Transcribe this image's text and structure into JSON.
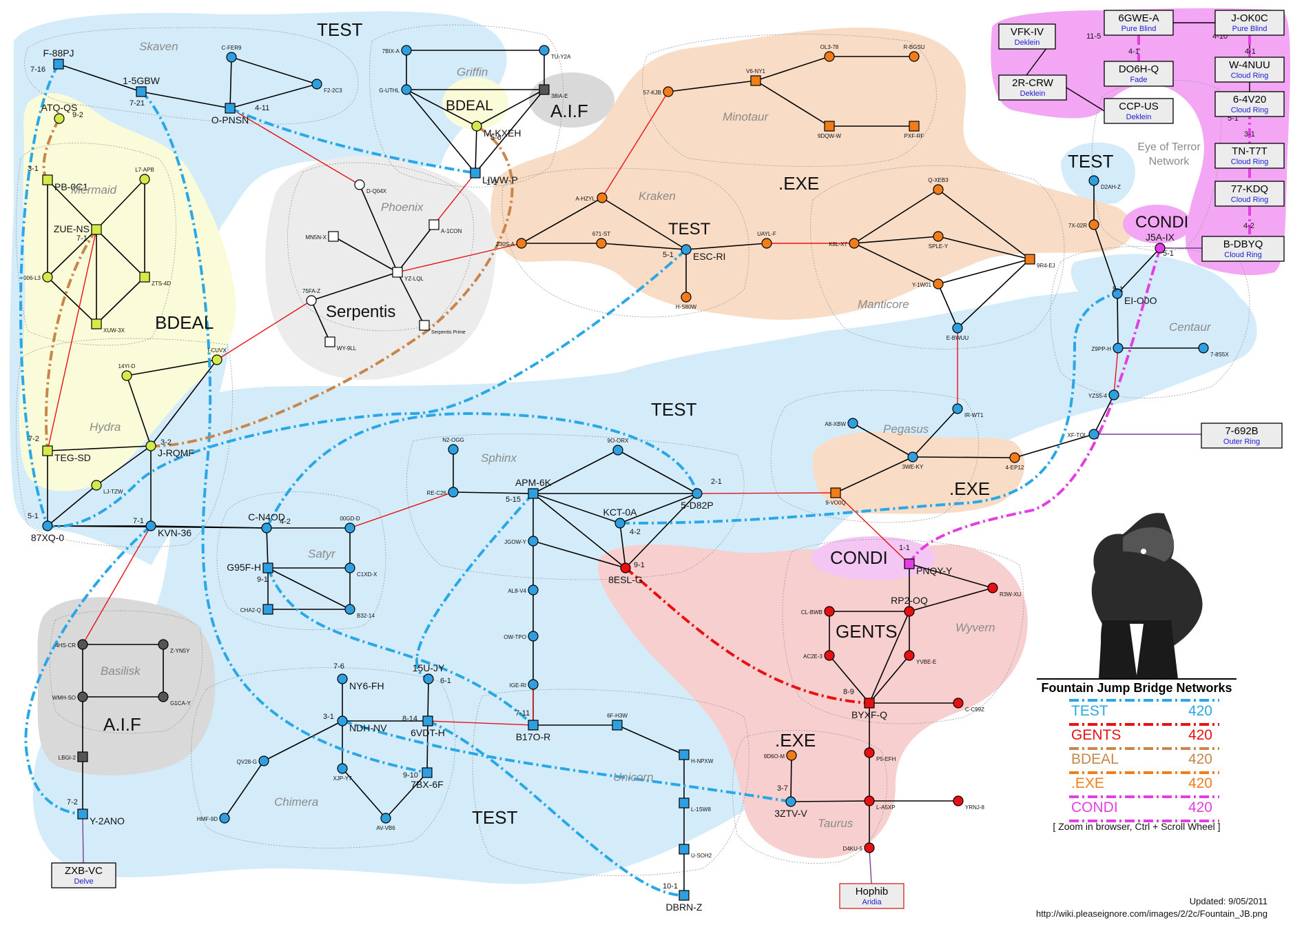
{
  "regions": [
    {
      "id": "test-nw",
      "label": "TEST"
    },
    {
      "id": "bdeal-west",
      "label": "BDEAL"
    },
    {
      "id": "bdeal-griffin",
      "label": "BDEAL"
    },
    {
      "id": "aif-north",
      "label": "A.I.F"
    },
    {
      "id": "aif-south",
      "label": "A.I.F"
    },
    {
      "id": "exe-north",
      "label": ".EXE"
    },
    {
      "id": "test-kraken",
      "label": "TEST"
    },
    {
      "id": "test-center",
      "label": "TEST"
    },
    {
      "id": "test-south",
      "label": "TEST"
    },
    {
      "id": "test-east",
      "label": "TEST"
    },
    {
      "id": "exe-pegasus",
      "label": ".EXE"
    },
    {
      "id": "exe-taurus",
      "label": ".EXE"
    },
    {
      "id": "gents",
      "label": "GENTS"
    },
    {
      "id": "condi-center",
      "label": "CONDI"
    },
    {
      "id": "condi-east",
      "label": "CONDI"
    },
    {
      "id": "serpentis",
      "label": "Serpentis"
    }
  ],
  "constellations": [
    "Skaven",
    "Griffin",
    "Mermaid",
    "Phoenix",
    "Kraken",
    "Minotaur",
    "Manticore",
    "Hydra",
    "Sphinx",
    "Satyr",
    "Pegasus",
    "Centaur",
    "Basilisk",
    "Chimera",
    "Unicorn",
    "Wyvern",
    "Taurus"
  ],
  "systems": [
    {
      "id": "F-88PJ",
      "label": "F-88PJ",
      "nodeColor": "#2f9fe0"
    },
    {
      "id": "1-5GBW",
      "label": "1-5GBW",
      "nodeColor": "#2f9fe0"
    },
    {
      "id": "O-PNSN",
      "label": "O-PNSN",
      "nodeColor": "#2f9fe0"
    },
    {
      "id": "C-FER9",
      "label": "C-FER9",
      "nodeColor": "#2f9fe0"
    },
    {
      "id": "F2-2C3",
      "label": "F2-2C3",
      "nodeColor": "#2f9fe0"
    },
    {
      "id": "ATQ-QS",
      "label": "ATQ-QS",
      "nodeColor": "#d4ea4a"
    },
    {
      "id": "7BIX-A",
      "label": "7BIX-A",
      "nodeColor": "#2f9fe0"
    },
    {
      "id": "TU-Y2A",
      "label": "TU-Y2A",
      "nodeColor": "#2f9fe0"
    },
    {
      "id": "G-UTHL",
      "label": "G-UTHL",
      "nodeColor": "#2f9fe0"
    },
    {
      "id": "38IA-E",
      "label": "38IA-E",
      "nodeColor": "#555"
    },
    {
      "id": "M-KXEH",
      "label": "M-KXEH",
      "nodeColor": "#d4ea4a"
    },
    {
      "id": "LIWW-P",
      "label": "LIWW-P",
      "nodeColor": "#2f9fe0"
    },
    {
      "id": "PB-0C1",
      "label": "PB-0C1",
      "nodeColor": "#d4ea4a"
    },
    {
      "id": "L7-APB",
      "label": "L7-APB",
      "nodeColor": "#d4ea4a"
    },
    {
      "id": "ZUE-NS",
      "label": "ZUE-NS",
      "nodeColor": "#d4ea4a"
    },
    {
      "id": "006-L3",
      "label": "006-L3",
      "nodeColor": "#d4ea4a"
    },
    {
      "id": "ZTS-4D",
      "label": "ZTS-4D",
      "nodeColor": "#d4ea4a"
    },
    {
      "id": "XUW-3X",
      "label": "XUW-3X",
      "nodeColor": "#d4ea4a"
    },
    {
      "id": "D-Q04X",
      "label": "D-Q04X",
      "nodeColor": "#ffffff"
    },
    {
      "id": "MN5N-X",
      "label": "MN5N-X",
      "nodeColor": "#ffffff"
    },
    {
      "id": "A-1CON",
      "label": "A-1CON",
      "nodeColor": "#ffffff"
    },
    {
      "id": "YZ-LQL",
      "label": "YZ-LQL",
      "nodeColor": "#ffffff"
    },
    {
      "id": "75FA-Z",
      "label": "75FA-Z",
      "nodeColor": "#ffffff"
    },
    {
      "id": "WY-9LL",
      "label": "WY-9LL",
      "nodeColor": "#ffffff"
    },
    {
      "id": "Serpentis Prime",
      "label": "Serpentis Prime",
      "nodeColor": "#ffffff"
    },
    {
      "id": "14YI-D",
      "label": "14YI-D",
      "nodeColor": "#d4ea4a"
    },
    {
      "id": "I-CUVX",
      "label": "I-CUVX",
      "nodeColor": "#d4ea4a"
    },
    {
      "id": "J-RQMF",
      "label": "J-RQMF",
      "nodeColor": "#d4ea4a"
    },
    {
      "id": "TEG-SD",
      "label": "TEG-SD",
      "nodeColor": "#d4ea4a"
    },
    {
      "id": "LJ-TZW",
      "label": "LJ-TZW",
      "nodeColor": "#d4ea4a"
    },
    {
      "id": "87XQ-0",
      "label": "87XQ-0",
      "nodeColor": "#2f9fe0"
    },
    {
      "id": "KVN-36",
      "label": "KVN-36",
      "nodeColor": "#2f9fe0"
    },
    {
      "id": "57-KJB",
      "label": "57-KJB",
      "nodeColor": "#f07d1a"
    },
    {
      "id": "V6-NY1",
      "label": "V6-NY1",
      "nodeColor": "#f07d1a"
    },
    {
      "id": "OL3-78",
      "label": "OL3-78",
      "nodeColor": "#f07d1a"
    },
    {
      "id": "R-BGSU",
      "label": "R-BGSU",
      "nodeColor": "#f07d1a"
    },
    {
      "id": "9DQW-W",
      "label": "9DQW-W",
      "nodeColor": "#f07d1a"
    },
    {
      "id": "PXF-RF",
      "label": "PXF-RF",
      "nodeColor": "#f07d1a"
    },
    {
      "id": "A-HZYL",
      "label": "A-HZYL",
      "nodeColor": "#f07d1a"
    },
    {
      "id": "Z30S-A",
      "label": "Z30S-A",
      "nodeColor": "#f07d1a"
    },
    {
      "id": "671-ST",
      "label": "671-ST",
      "nodeColor": "#f07d1a"
    },
    {
      "id": "ESC-RI",
      "label": "ESC-RI",
      "nodeColor": "#2f9fe0"
    },
    {
      "id": "H-S80W",
      "label": "H-S80W",
      "nodeColor": "#f07d1a"
    },
    {
      "id": "UAYL-F",
      "label": "UAYL-F",
      "nodeColor": "#f07d1a"
    },
    {
      "id": "K8L-X7",
      "label": "K8L-X7",
      "nodeColor": "#f07d1a"
    },
    {
      "id": "Q-XEB3",
      "label": "Q-XEB3",
      "nodeColor": "#f07d1a"
    },
    {
      "id": "SPLE-Y",
      "label": "SPLE-Y",
      "nodeColor": "#f07d1a"
    },
    {
      "id": "9R4-EJ",
      "label": "9R4-EJ",
      "nodeColor": "#f07d1a"
    },
    {
      "id": "Y-1W01",
      "label": "Y-1W01",
      "nodeColor": "#f07d1a"
    },
    {
      "id": "E-BWUU",
      "label": "E-BWUU",
      "nodeColor": "#2f9fe0"
    },
    {
      "id": "D2AH-Z",
      "label": "D2AH-Z",
      "nodeColor": "#2f9fe0"
    },
    {
      "id": "7X-02R",
      "label": "7X-02R",
      "nodeColor": "#f07d1a"
    },
    {
      "id": "J5A-IX",
      "label": "J5A-IX",
      "nodeColor": "#e23ee2"
    },
    {
      "id": "EI-O0O",
      "label": "EI-O0O",
      "nodeColor": "#2f9fe0"
    },
    {
      "id": "Z9PP-H",
      "label": "Z9PP-H",
      "nodeColor": "#2f9fe0"
    },
    {
      "id": "7-8S5X",
      "label": "7-8S5X",
      "nodeColor": "#2f9fe0"
    },
    {
      "id": "YZS5-4",
      "label": "YZS5-4",
      "nodeColor": "#2f9fe0"
    },
    {
      "id": "XF-TQL",
      "label": "XF-TQL",
      "nodeColor": "#2f9fe0"
    },
    {
      "id": "IR-WT1",
      "label": "IR-WT1",
      "nodeColor": "#2f9fe0"
    },
    {
      "id": "A8-XBW",
      "label": "A8-XBW",
      "nodeColor": "#2f9fe0"
    },
    {
      "id": "3WE-KY",
      "label": "3WE-KY",
      "nodeColor": "#2f9fe0"
    },
    {
      "id": "4-EP12",
      "label": "4-EP12",
      "nodeColor": "#f07d1a"
    },
    {
      "id": "9-VO0Q",
      "label": "9-VO0Q",
      "nodeColor": "#f07d1a"
    },
    {
      "id": "N2-OGG",
      "label": "N2-OGG",
      "nodeColor": "#2f9fe0"
    },
    {
      "id": "9O-ORX",
      "label": "9O-ORX",
      "nodeColor": "#2f9fe0"
    },
    {
      "id": "RE-C26",
      "label": "RE-C26",
      "nodeColor": "#2f9fe0"
    },
    {
      "id": "APM-6K",
      "label": "APM-6K",
      "nodeColor": "#2f9fe0"
    },
    {
      "id": "5-D82P",
      "label": "5-D82P",
      "nodeColor": "#2f9fe0"
    },
    {
      "id": "KCT-0A",
      "label": "KCT-0A",
      "nodeColor": "#2f9fe0"
    },
    {
      "id": "8ESL-G",
      "label": "8ESL-G",
      "nodeColor": "#e81010"
    },
    {
      "id": "JGOW-Y",
      "label": "JGOW-Y",
      "nodeColor": "#2f9fe0"
    },
    {
      "id": "AL8-V4",
      "label": "AL8-V4",
      "nodeColor": "#2f9fe0"
    },
    {
      "id": "OW-TPO",
      "label": "OW-TPO",
      "nodeColor": "#2f9fe0"
    },
    {
      "id": "IGE-RI",
      "label": "IGE-RI",
      "nodeColor": "#2f9fe0"
    },
    {
      "id": "B17O-R",
      "label": "B17O-R",
      "nodeColor": "#2f9fe0"
    },
    {
      "id": "6F-H3W",
      "label": "6F-H3W",
      "nodeColor": "#2f9fe0"
    },
    {
      "id": "C-N4OD",
      "label": "C-N4OD",
      "nodeColor": "#2f9fe0"
    },
    {
      "id": "00GD-D",
      "label": "00GD-D",
      "nodeColor": "#2f9fe0"
    },
    {
      "id": "G95F-H",
      "label": "G95F-H",
      "nodeColor": "#2f9fe0"
    },
    {
      "id": "C1XD-X",
      "label": "C1XD-X",
      "nodeColor": "#2f9fe0"
    },
    {
      "id": "CHA2-Q",
      "label": "CHA2-Q",
      "nodeColor": "#2f9fe0"
    },
    {
      "id": "B32-14",
      "label": "B32-14",
      "nodeColor": "#2f9fe0"
    },
    {
      "id": "4HS-CR",
      "label": "4HS-CR",
      "nodeColor": "#555"
    },
    {
      "id": "Z-YN5Y",
      "label": "Z-YN5Y",
      "nodeColor": "#555"
    },
    {
      "id": "WMH-SO",
      "label": "WMH-SO",
      "nodeColor": "#555"
    },
    {
      "id": "G1CA-Y",
      "label": "G1CA-Y",
      "nodeColor": "#555"
    },
    {
      "id": "LBGI-2",
      "label": "LBGI-2",
      "nodeColor": "#555"
    },
    {
      "id": "Y-2ANO",
      "label": "Y-2ANO",
      "nodeColor": "#2f9fe0"
    },
    {
      "id": "NY6-FH",
      "label": "NY6-FH",
      "nodeColor": "#2f9fe0"
    },
    {
      "id": "15U-JY",
      "label": "15U-JY",
      "nodeColor": "#2f9fe0"
    },
    {
      "id": "NDH-NV",
      "label": "NDH-NV",
      "nodeColor": "#2f9fe0"
    },
    {
      "id": "6VDT-H",
      "label": "6VDT-H",
      "nodeColor": "#2f9fe0"
    },
    {
      "id": "QV28-G",
      "label": "QV28-G",
      "nodeColor": "#2f9fe0"
    },
    {
      "id": "XJP-Y7",
      "label": "XJP-Y7",
      "nodeColor": "#2f9fe0"
    },
    {
      "id": "7BX-6F",
      "label": "7BX-6F",
      "nodeColor": "#2f9fe0"
    },
    {
      "id": "HMF-9D",
      "label": "HMF-9D",
      "nodeColor": "#2f9fe0"
    },
    {
      "id": "AV-VB6",
      "label": "AV-VB6",
      "nodeColor": "#2f9fe0"
    },
    {
      "id": "H-NPXW",
      "label": "H-NPXW",
      "nodeColor": "#2f9fe0"
    },
    {
      "id": "L-1SW8",
      "label": "L-1SW8",
      "nodeColor": "#2f9fe0"
    },
    {
      "id": "U-SOH2",
      "label": "U-SOH2",
      "nodeColor": "#2f9fe0"
    },
    {
      "id": "DBRN-Z",
      "label": "DBRN-Z",
      "nodeColor": "#2f9fe0"
    },
    {
      "id": "PNQY-Y",
      "label": "PNQY-Y",
      "nodeColor": "#e23ee2"
    },
    {
      "id": "R3W-XU",
      "label": "R3W-XU",
      "nodeColor": "#e81010"
    },
    {
      "id": "RP2-OQ",
      "label": "RP2-OQ",
      "nodeColor": "#e81010"
    },
    {
      "id": "CL-BWB",
      "label": "CL-BWB",
      "nodeColor": "#e81010"
    },
    {
      "id": "AC2E-3",
      "label": "AC2E-3",
      "nodeColor": "#e81010"
    },
    {
      "id": "YVBE-E",
      "label": "YVBE-E",
      "nodeColor": "#e81010"
    },
    {
      "id": "BYXF-Q",
      "label": "BYXF-Q",
      "nodeColor": "#e81010"
    },
    {
      "id": "C-C99Z",
      "label": "C-C99Z",
      "nodeColor": "#e81010"
    },
    {
      "id": "9D6O-M",
      "label": "9D6O-M",
      "nodeColor": "#f07d1a"
    },
    {
      "id": "P5-EFH",
      "label": "P5-EFH",
      "nodeColor": "#e81010"
    },
    {
      "id": "3ZTV-V",
      "label": "3ZTV-V",
      "nodeColor": "#2f9fe0"
    },
    {
      "id": "L-A5XP",
      "label": "L-A5XP",
      "nodeColor": "#e81010"
    },
    {
      "id": "YRNJ-8",
      "label": "YRNJ-8",
      "nodeColor": "#e81010"
    },
    {
      "id": "D4KU-5",
      "label": "D4KU-5",
      "nodeColor": "#e81010"
    }
  ],
  "boxes": [
    {
      "id": "VFK-IV",
      "name": "VFK-IV",
      "sub": "Deklein"
    },
    {
      "id": "2R-CRW",
      "name": "2R-CRW",
      "sub": "Deklein"
    },
    {
      "id": "6GWE-A",
      "name": "6GWE-A",
      "sub": "Pure Blind"
    },
    {
      "id": "J-OK0C",
      "name": "J-OK0C",
      "sub": "Pure Blind"
    },
    {
      "id": "DO6H-Q",
      "name": "DO6H-Q",
      "sub": "Fade"
    },
    {
      "id": "CCP-US",
      "name": "CCP-US",
      "sub": "Deklein"
    },
    {
      "id": "W-4NUU",
      "name": "W-4NUU",
      "sub": "Cloud Ring"
    },
    {
      "id": "6-4V20",
      "name": "6-4V20",
      "sub": "Cloud Ring"
    },
    {
      "id": "TN-T7T",
      "name": "TN-T7T",
      "sub": "Cloud Ring"
    },
    {
      "id": "77-KDQ",
      "name": "77-KDQ",
      "sub": "Cloud Ring"
    },
    {
      "id": "B-DBYQ",
      "name": "B-DBYQ",
      "sub": "Cloud Ring"
    },
    {
      "id": "7-692B",
      "name": "7-692B",
      "sub": "Outer Ring"
    },
    {
      "id": "ZXB-VC",
      "name": "ZXB-VC",
      "sub": "Delve"
    },
    {
      "id": "Hophib",
      "name": "Hophib",
      "sub": "Aridia"
    }
  ],
  "bridgeLabels": [
    "7-16",
    "7-21",
    "4-11",
    "9-2",
    "5-6",
    "1-1",
    "3-1",
    "7-1",
    "7-2",
    "3-2",
    "5-1",
    "7-1",
    "4-2",
    "9-1",
    "5-1",
    "2-1",
    "5-15",
    "4-2",
    "9-1",
    "7-11",
    "8-14",
    "6-1",
    "9-10",
    "3-1",
    "7-6",
    "7-2",
    "10-1",
    "3-7",
    "1-1",
    "8-9",
    "5-1",
    "5-1",
    "11-5",
    "4-1",
    "4-10",
    "4-1",
    "5-1",
    "3-1",
    "5-2",
    "4-2"
  ],
  "eyeOfTerror": "Eye of Terror Network",
  "legend": {
    "title": "Fountain Jump Bridge Networks",
    "rows": [
      {
        "name": "TEST",
        "count": "420",
        "color": "#2aa7e6"
      },
      {
        "name": "GENTS",
        "count": "420",
        "color": "#e81010"
      },
      {
        "name": "BDEAL",
        "count": "420",
        "color": "#c8864a"
      },
      {
        "name": ".EXE",
        "count": "420",
        "color": "#f07d1a"
      },
      {
        "name": "CONDI",
        "count": "420",
        "color": "#e23ee2"
      }
    ],
    "note": "[ Zoom in browser, Ctrl + Scroll Wheel ]"
  },
  "footer": {
    "updated": "Updated: 9/05/2011",
    "url": "http://wiki.pleaseignore.com/images/2/2c/Fountain_JB.png"
  },
  "colors": {
    "test_region": "#d4ecfa",
    "bdeal_region": "#fafbd8",
    "exe_region": "#f8dcc6",
    "gents_region": "#f7cfcf",
    "condi_region": "#f3a6f3",
    "aif_region": "#d9d9d9",
    "serp_region": "#ececec",
    "gate": "#000000",
    "regional_gate": "#e81010",
    "test_bridge": "#2aa7e6",
    "gents_bridge": "#e81010",
    "bdeal_bridge": "#c8864a",
    "exe_bridge": "#f07d1a",
    "condi_bridge": "#e23ee2"
  }
}
